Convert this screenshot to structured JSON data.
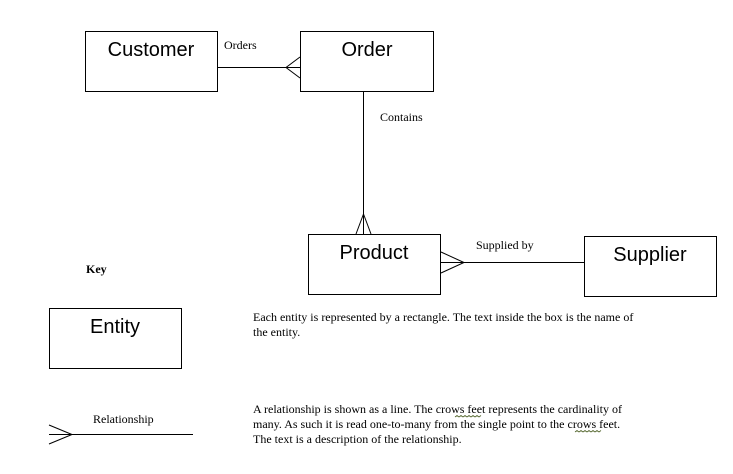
{
  "entities": {
    "customer": "Customer",
    "order": "Order",
    "product": "Product",
    "supplier": "Supplier"
  },
  "relationships": {
    "orders": "Orders",
    "contains": "Contains",
    "supplied_by": "Supplied by"
  },
  "key": {
    "title": "Key",
    "entity_label": "Entity",
    "relationship_label": "Relationship",
    "entity_desc": [
      "Each entity is represented by a rectangle. The text inside the box is the name of",
      "the entity."
    ],
    "relationship_desc": [
      "A relationship is  shown as a line.  The crows feet represents the cardinality of",
      "many. As such it is read one-to-many from the single point to the crows feet.",
      "The text is  a description  of the relationship."
    ]
  }
}
